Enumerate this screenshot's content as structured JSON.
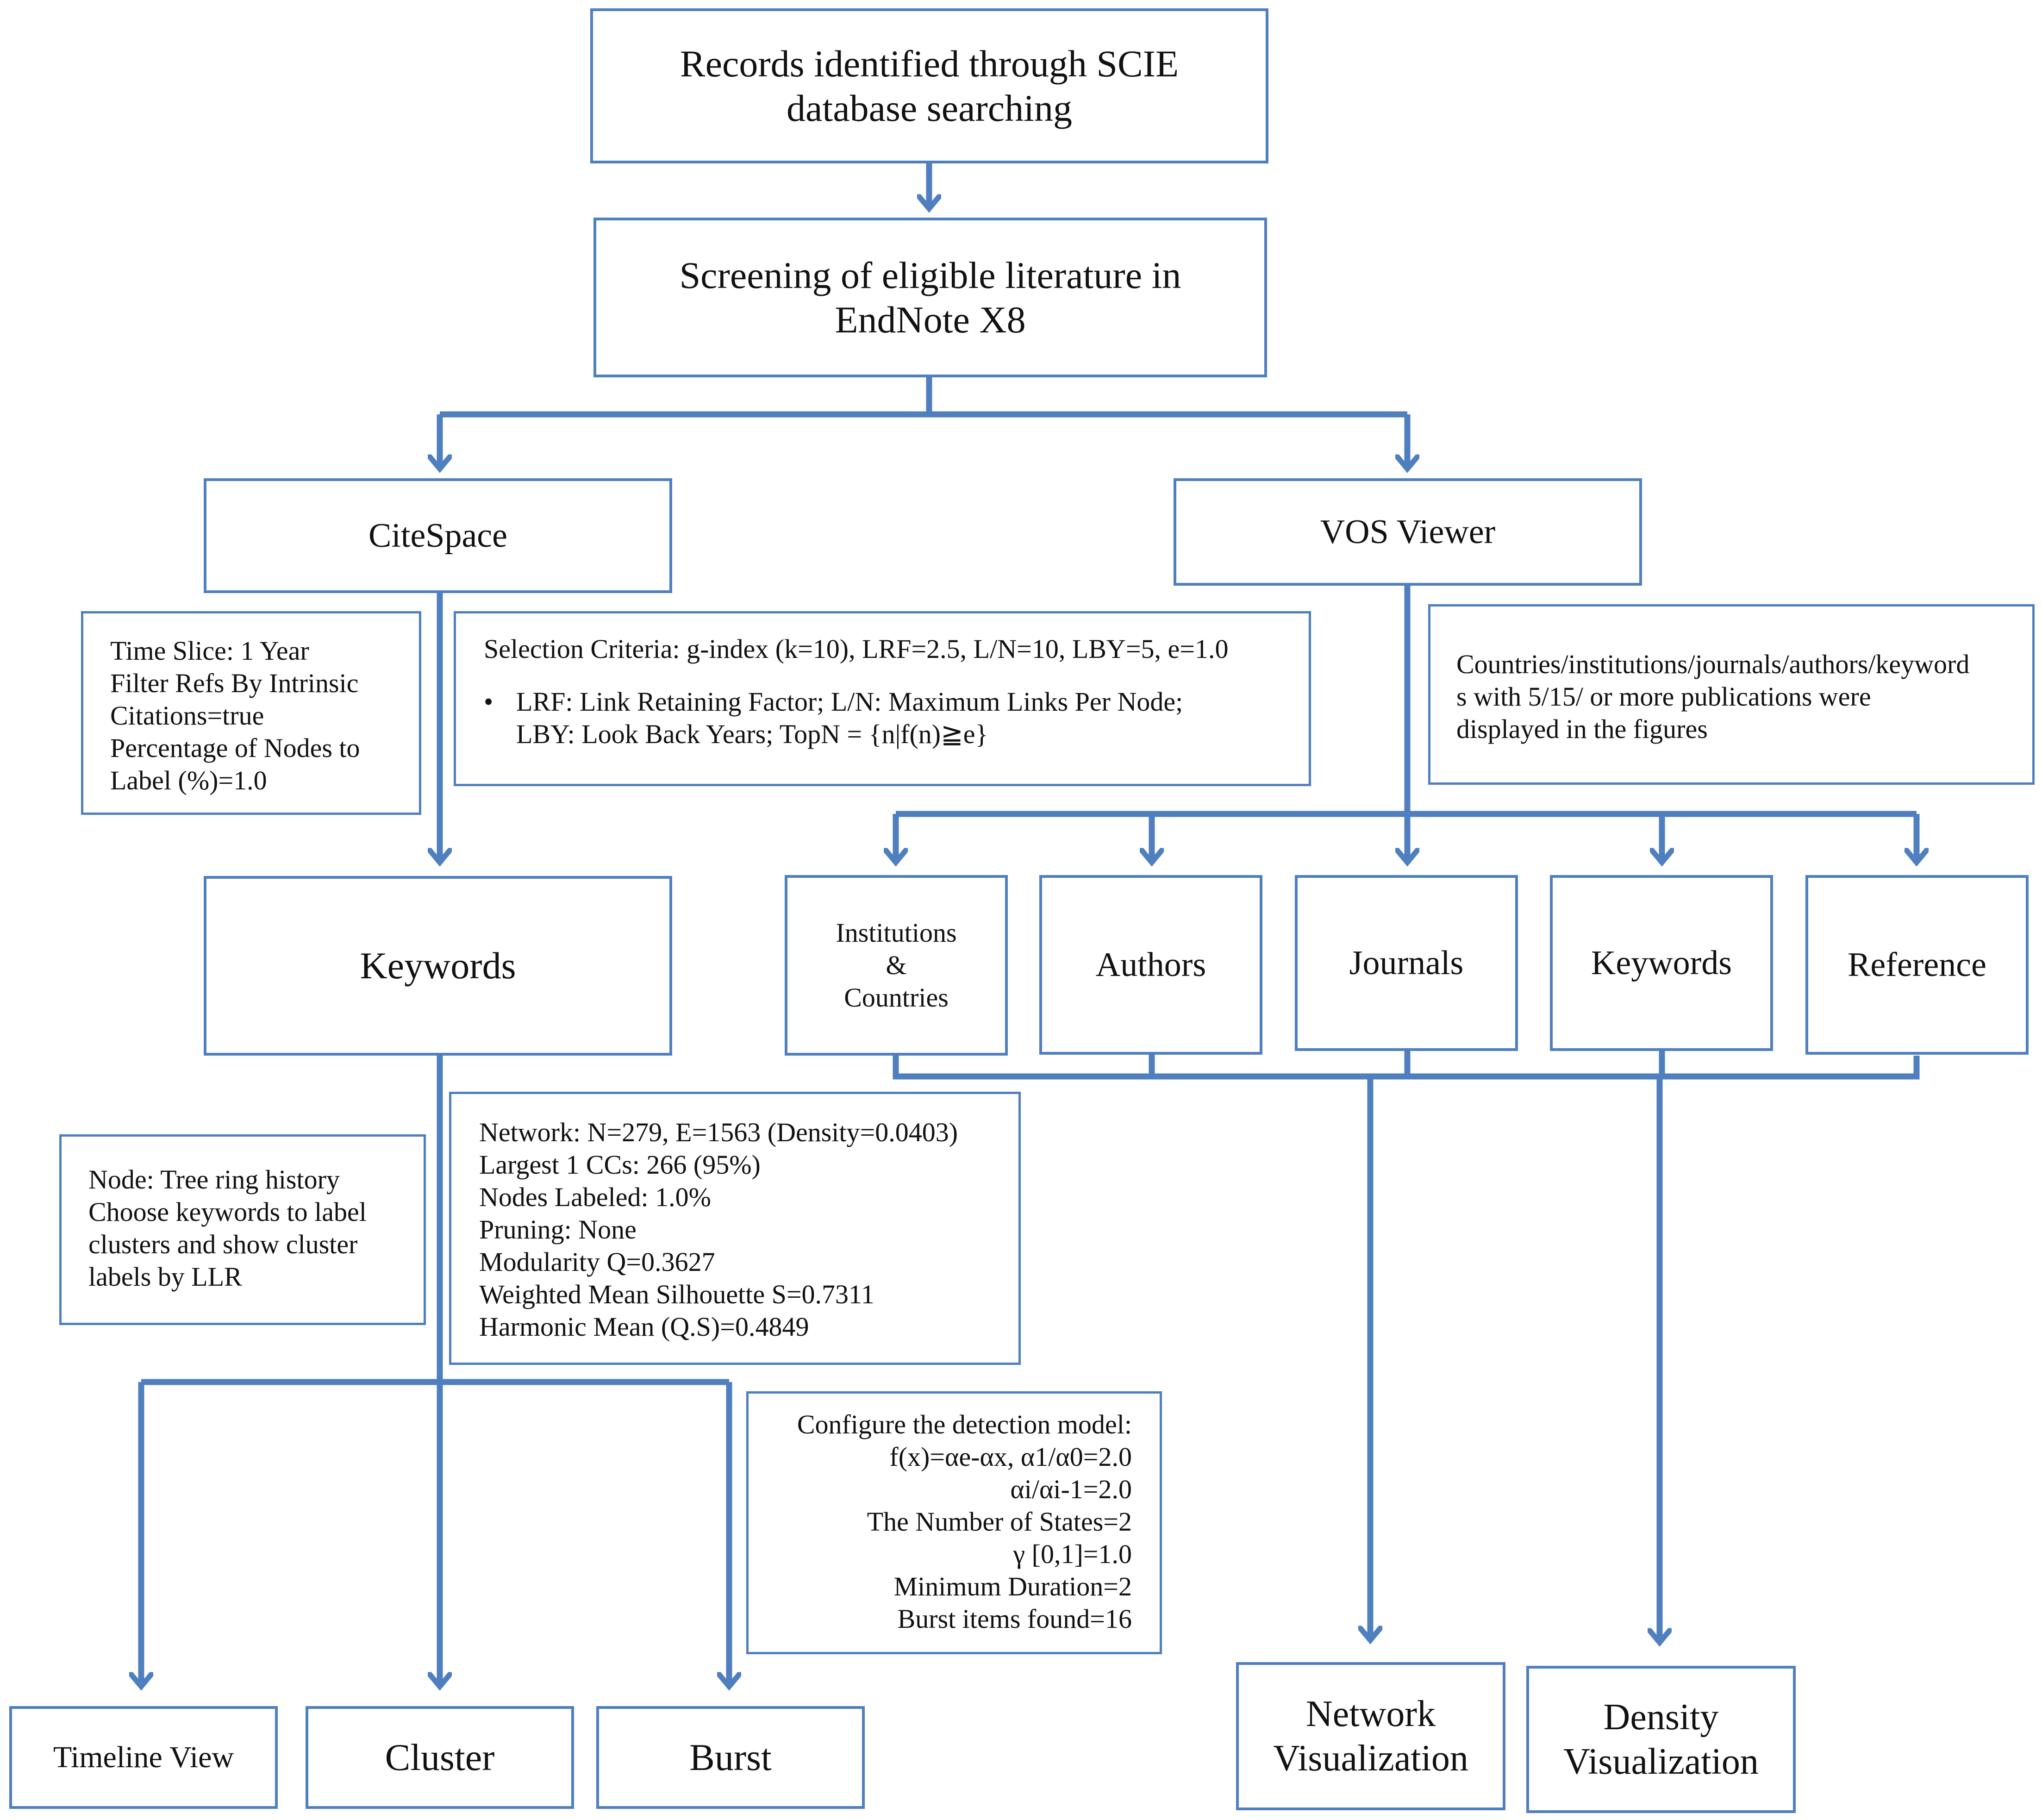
{
  "theme": {
    "accent": "#4f7fbf"
  },
  "top": {
    "records": [
      "Records identified through SCIE",
      "database searching"
    ],
    "screening": [
      "Screening of eligible literature in",
      "EndNote X8"
    ]
  },
  "citespace": {
    "title": "CiteSpace",
    "settings": [
      "Time Slice: 1 Year",
      "Filter Refs By Intrinsic",
      "Citations=true",
      "Percentage of Nodes to",
      "Label (%)=1.0"
    ],
    "selection": {
      "line1": "Selection Criteria: g-index (k=10), LRF=2.5, L/N=10, LBY=5, e=1.0",
      "bullet_l1": "LRF: Link Retaining Factor; L/N: Maximum Links Per Node;",
      "bullet_l2": "LBY: Look Back Years; TopN = {n|f(n)≧e}"
    },
    "keywords": "Keywords",
    "node_note": [
      "Node: Tree ring history",
      "Choose keywords to label",
      "clusters and show cluster",
      "labels by LLR"
    ],
    "network_stats": [
      "Network: N=279, E=1563 (Density=0.0403)",
      "Largest 1 CCs: 266 (95%)",
      "Nodes Labeled: 1.0%",
      "Pruning: None",
      "Modularity Q=0.3627",
      "Weighted Mean Silhouette S=0.7311",
      "Harmonic Mean (Q.S)=0.4849"
    ],
    "burst_config": [
      "Configure the detection model:",
      "f(x)=αe-αx, α1/α0=2.0",
      "αi/αi-1=2.0",
      "The Number of States=2",
      "γ [0,1]=1.0",
      "Minimum Duration=2",
      "Burst items found=16"
    ],
    "outputs": [
      "Timeline View",
      "Cluster",
      "Burst"
    ]
  },
  "vos": {
    "title": "VOS Viewer",
    "threshold_note": [
      "Countries/institutions/journals/authors/keyword",
      "s with 5/15/ or more publications were",
      "displayed in the figures"
    ],
    "categories": [
      "Institutions",
      "&",
      "Countries"
    ],
    "cat_authors": "Authors",
    "cat_journals": "Journals",
    "cat_keywords": "Keywords",
    "cat_reference": "Reference",
    "network_vis": [
      "Network",
      "Visualization"
    ],
    "density_vis": [
      "Density",
      "Visualization"
    ]
  }
}
